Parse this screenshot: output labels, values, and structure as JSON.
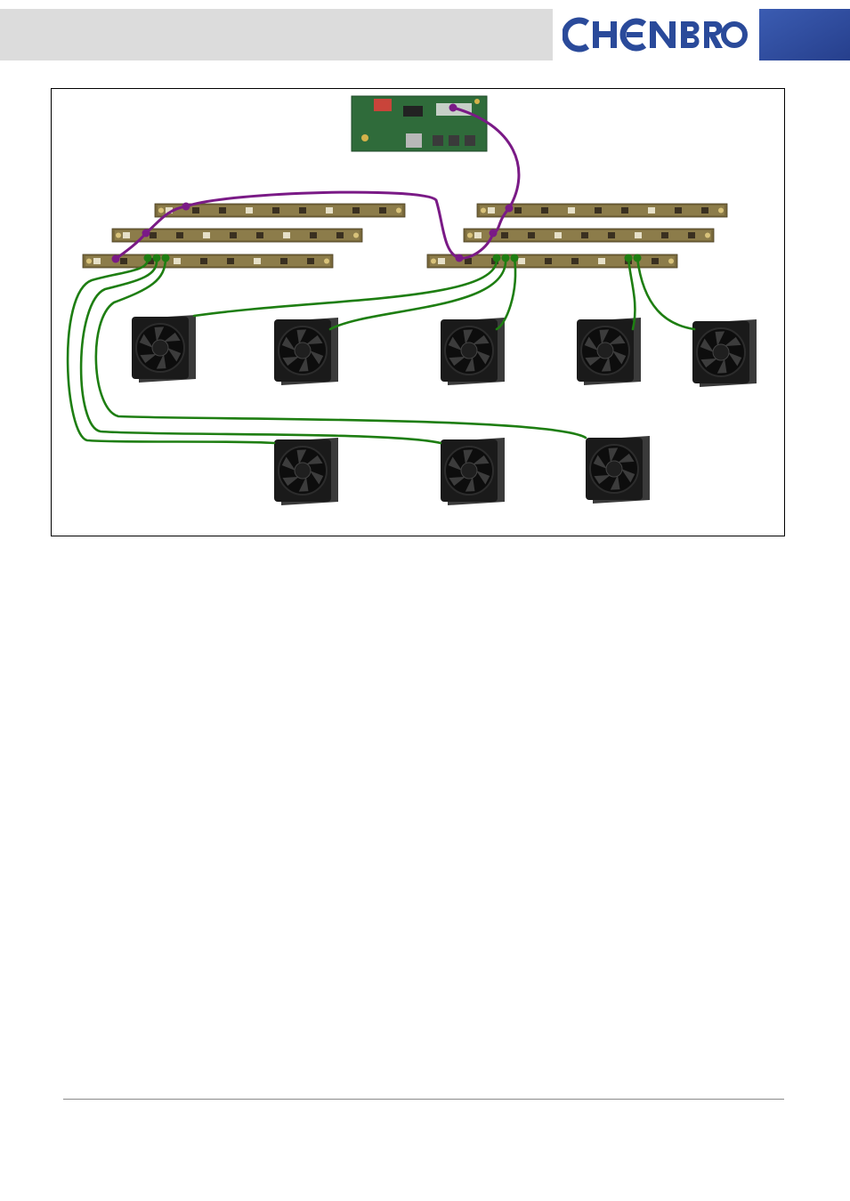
{
  "header": {
    "logo_text": "CHENBRO",
    "colors": {
      "header_bar": "#dcdcdc",
      "brand_blue": "#2a4a9a",
      "corner_block": "#2f4ea3"
    }
  },
  "figure": {
    "colors": {
      "i2c_cable": "#7a1a86",
      "fan_cable": "#1e7e12",
      "board_pcb": "#7a6a3c",
      "controller_pcb": "#2f6b3a",
      "fan_body": "#1a1a1a"
    },
    "components": {
      "controller_board": 1,
      "backplanes": 6,
      "fans": 8
    }
  },
  "footer": {
    "rule_color": "#8a8a8a"
  }
}
